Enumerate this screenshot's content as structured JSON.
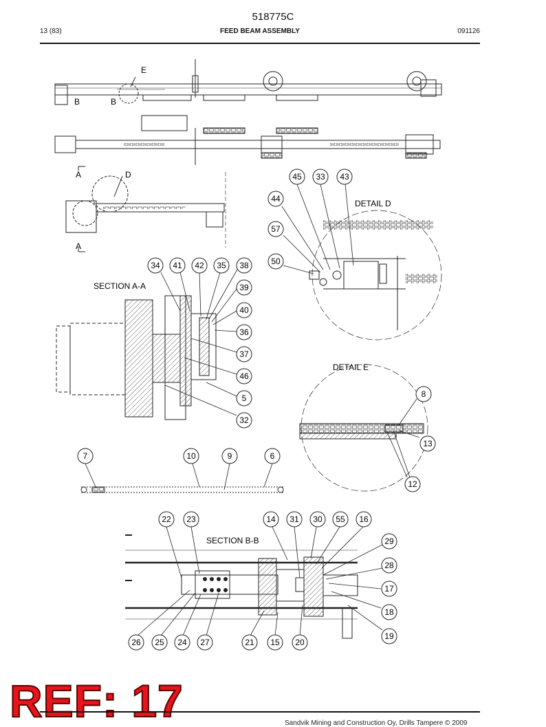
{
  "header": {
    "doc_number": "518775C",
    "page": "13 (83)",
    "title": "FEED BEAM ASSEMBLY",
    "code": "091126"
  },
  "view_labels": {
    "E": "E",
    "B1": "B",
    "B2": "B",
    "A_top": "A",
    "A_bottom": "A",
    "D": "D",
    "section_aa": "SECTION  A-A",
    "detail_d": "DETAIL D",
    "detail_e": "DETAIL E",
    "section_bb": "SECTION  B-B"
  },
  "callouts": {
    "c45": "45",
    "c33": "33",
    "c43": "43",
    "c44": "44",
    "c57": "57",
    "c50": "50",
    "c34": "34",
    "c41": "41",
    "c42": "42",
    "c35": "35",
    "c38": "38",
    "c39": "39",
    "c40": "40",
    "c36": "36",
    "c37": "37",
    "c46": "46",
    "c5": "5",
    "c32": "32",
    "c8": "8",
    "c13": "13",
    "c12": "12",
    "c7": "7",
    "c10": "10",
    "c9": "9",
    "c6": "6",
    "c22": "22",
    "c23": "23",
    "c14": "14",
    "c31": "31",
    "c30": "30",
    "c55": "55",
    "c16": "16",
    "c29": "29",
    "c28": "28",
    "c17": "17",
    "c18": "18",
    "c19": "19",
    "c26": "26",
    "c25": "25",
    "c24": "24",
    "c27": "27",
    "c21": "21",
    "c15": "15",
    "c20": "20"
  },
  "stamp": "REF: 17",
  "footer": "Sandvik Mining and Construction Oy, Drills Tampere © 2009"
}
